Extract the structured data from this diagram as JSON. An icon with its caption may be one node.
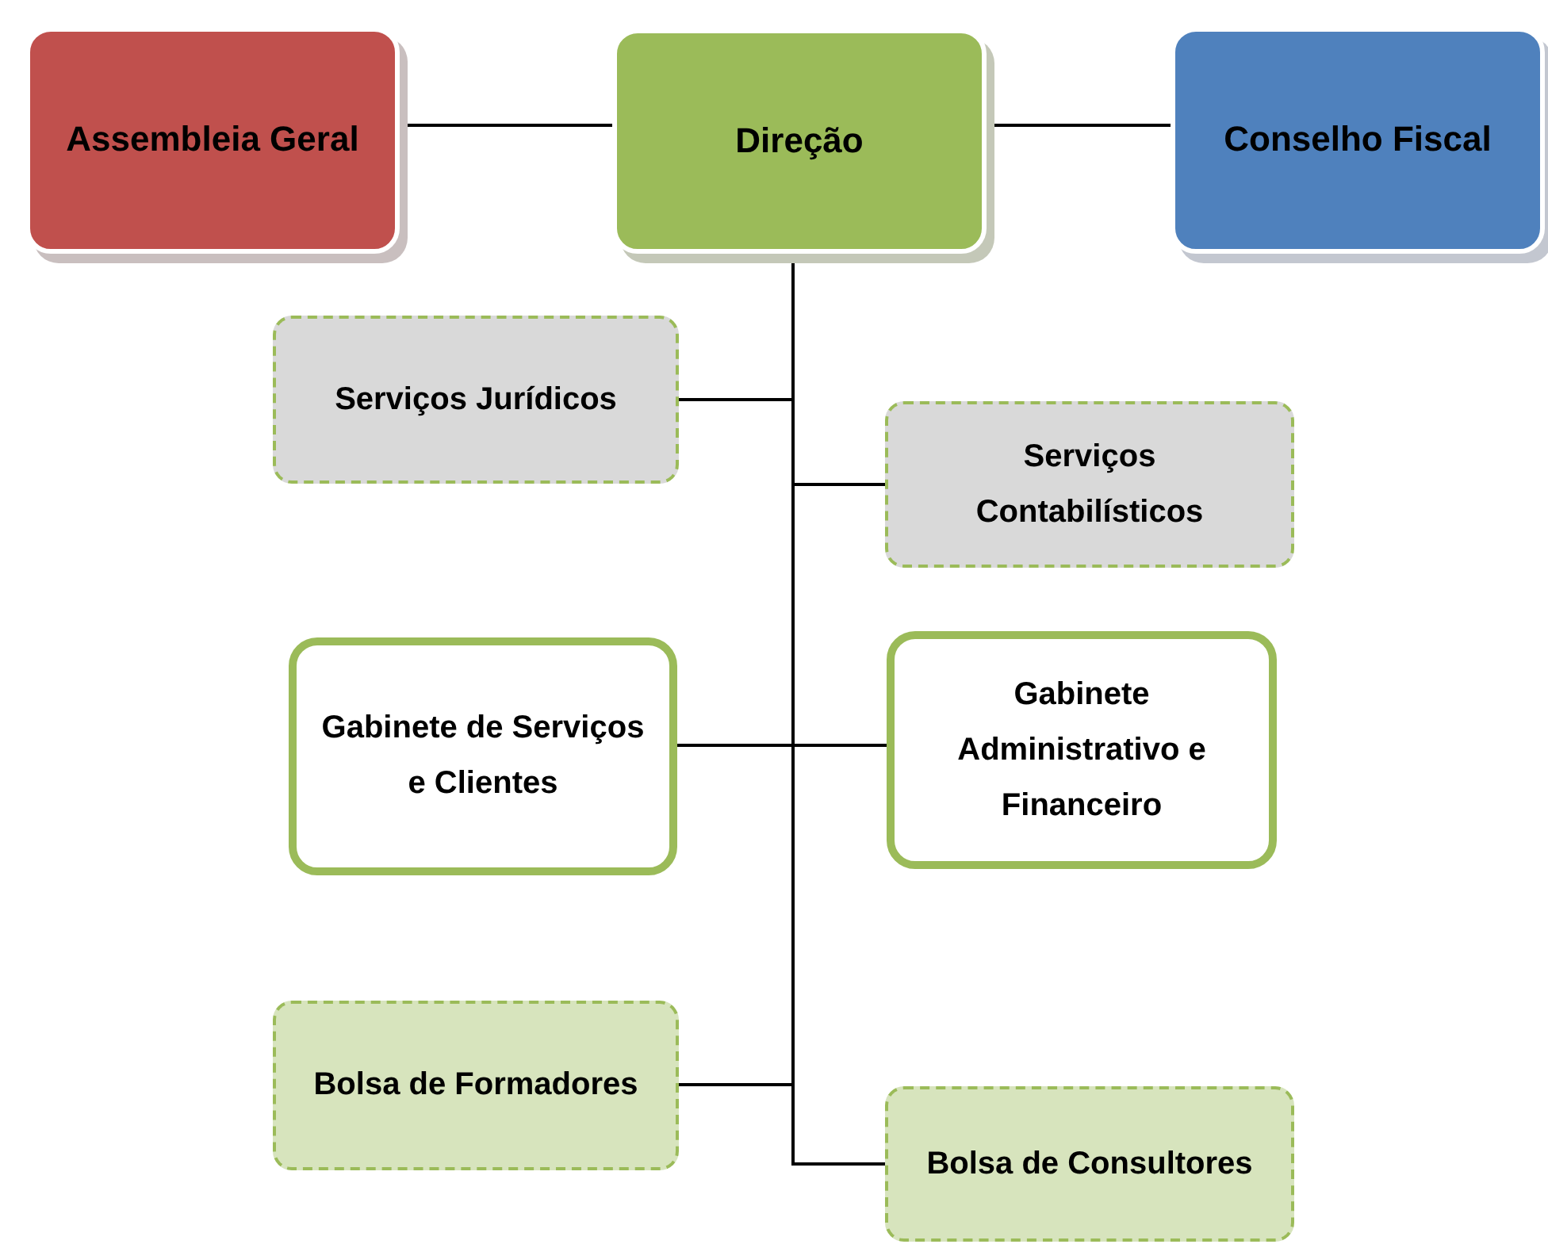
{
  "diagram": {
    "nodes": [
      {
        "text": [
          "Assembleia Geral"
        ]
      },
      {
        "text": [
          "Direção"
        ]
      },
      {
        "text": [
          "Conselho Fiscal"
        ]
      },
      {
        "text": [
          "Serviços Jurídicos"
        ]
      },
      {
        "text": [
          "Serviços Contabilísticos"
        ]
      },
      {
        "text": [
          "Gabinete de Serviços e Clientes"
        ]
      },
      {
        "text": [
          "Gabinete Administrativo e Financeiro"
        ]
      },
      {
        "text": [
          "Bolsa de Formadores"
        ]
      },
      {
        "text": [
          "Bolsa de Consultores"
        ]
      }
    ],
    "edges": [
      {
        "from": 0,
        "to": 1,
        "arrow": "none"
      },
      {
        "from": 1,
        "to": 2,
        "arrow": "none"
      },
      {
        "from": 1,
        "to": 3,
        "arrow": "none"
      },
      {
        "from": 1,
        "to": 4,
        "arrow": "none"
      },
      {
        "from": 1,
        "to": 5,
        "arrow": "none"
      },
      {
        "from": 1,
        "to": 6,
        "arrow": "none"
      },
      {
        "from": 1,
        "to": 7,
        "arrow": "none"
      },
      {
        "from": 1,
        "to": 8,
        "arrow": "none"
      }
    ]
  }
}
